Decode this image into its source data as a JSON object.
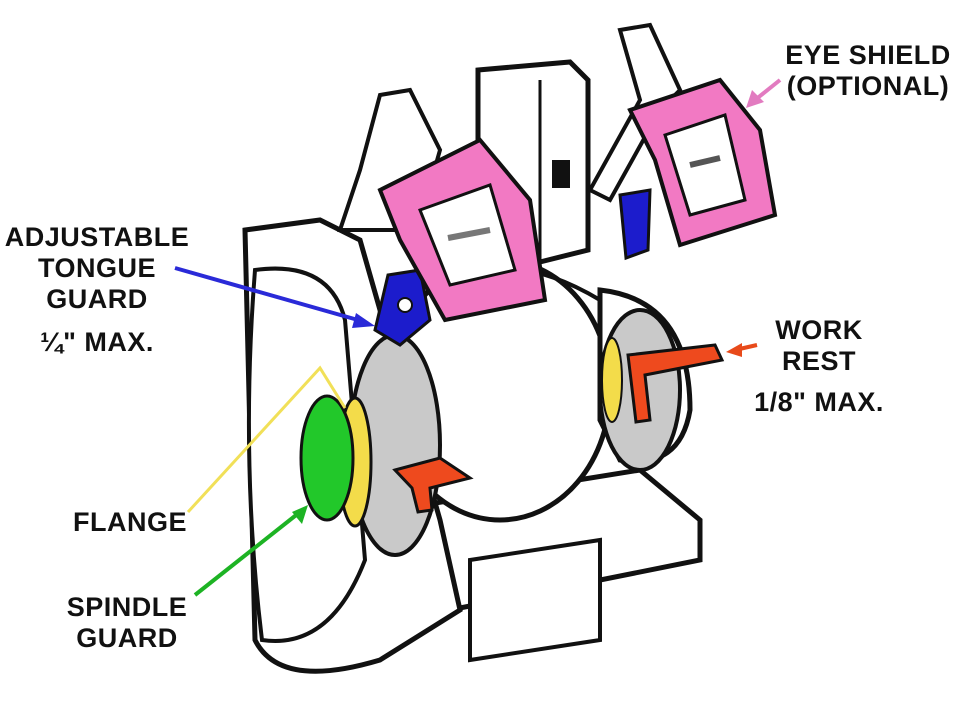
{
  "labels": {
    "eye_shield": {
      "line1": "EYE SHIELD",
      "line2": "(OPTIONAL)"
    },
    "tongue_guard": {
      "line1": "ADJUSTABLE",
      "line2": "TONGUE",
      "line3": "GUARD",
      "line4": "¼\" MAX."
    },
    "work_rest": {
      "line1": "WORK",
      "line2": "REST",
      "line3": "1/8\" MAX."
    },
    "flange": {
      "line1": "FLANGE"
    },
    "spindle_guard": {
      "line1": "SPINDLE",
      "line2": "GUARD"
    }
  },
  "colors": {
    "eye_shield": "#f279c3",
    "eye_shield_arrow": "#e27bc0",
    "tongue_guard": "#1c1ccc",
    "tongue_guard_arrow": "#2a2ad8",
    "work_rest": "#ee4a1e",
    "work_rest_arrow": "#e84a1a",
    "flange": "#f3dc4a",
    "flange_line": "#f1e058",
    "spindle_guard": "#22c82a",
    "spindle_guard_arrow": "#1db324",
    "wheel": "#c9c9c9",
    "outline": "#111111"
  }
}
